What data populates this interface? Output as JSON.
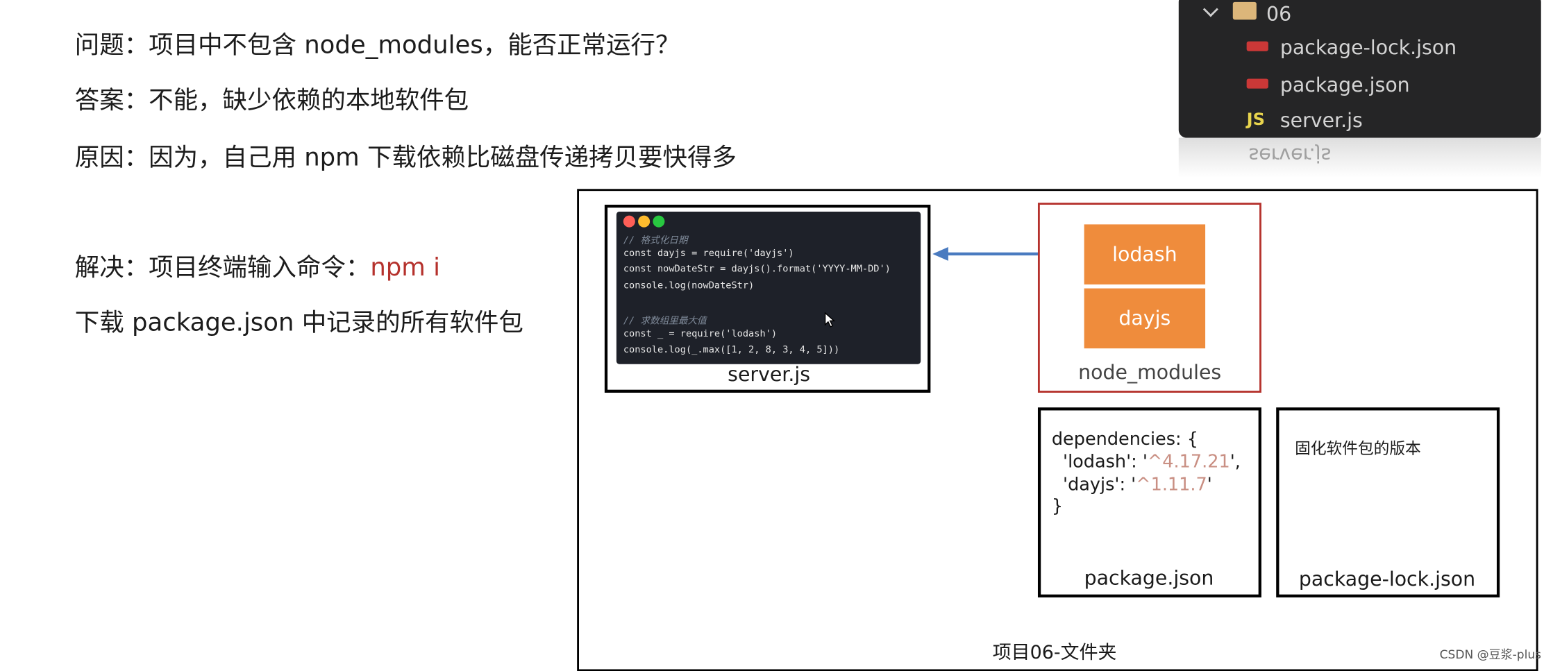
{
  "left_text": {
    "question": "问题：项目中不包含 node_modules，能否正常运行？",
    "answer": "答案：不能，缺少依赖的本地软件包",
    "reason": "原因：因为，自己用 npm 下载依赖比磁盘传递拷贝要快得多",
    "solution_prefix": "解决：项目终端输入命令：",
    "solution_cmd": "npm i",
    "solution_note": "下载 package.json 中记录的所有软件包"
  },
  "explorer": {
    "folder": "06",
    "files": [
      "package-lock.json",
      "package.json",
      "server.js"
    ],
    "js_badge": "JS",
    "reflection_text": "server.js"
  },
  "diagram": {
    "folder_label": "项目06-文件夹",
    "server_label": "server.js",
    "code": {
      "comment1": "// 格式化日期",
      "line1": "const dayjs = require('dayjs')",
      "line2": "const nowDateStr = dayjs().format('YYYY-MM-DD')",
      "line3": "console.log(nowDateStr)",
      "comment2": "// 求数组里最大值",
      "line4": "const _ = require('lodash')",
      "line5": "console.log(_.max([1, 2, 8, 3, 4, 5]))"
    },
    "node_modules": {
      "label": "node_modules",
      "packages": [
        "lodash",
        "dayjs"
      ]
    },
    "package_json": {
      "label": "package.json",
      "line1": "dependencies: {",
      "lodash_key": "  'lodash': '",
      "lodash_ver": "^4.17.21",
      "lodash_end": "',",
      "dayjs_key": "  'dayjs': '",
      "dayjs_ver": "^1.11.7",
      "dayjs_end": "'",
      "close": "}"
    },
    "package_lock": {
      "label": "package-lock.json",
      "note": "固化软件包的版本"
    },
    "colors": {
      "arrow": "#4a7bc0",
      "node_modules_border": "#b5312c",
      "package_fill": "#ef8c3c",
      "command": "#b5312c"
    }
  },
  "watermark": "CSDN @豆浆-plus"
}
